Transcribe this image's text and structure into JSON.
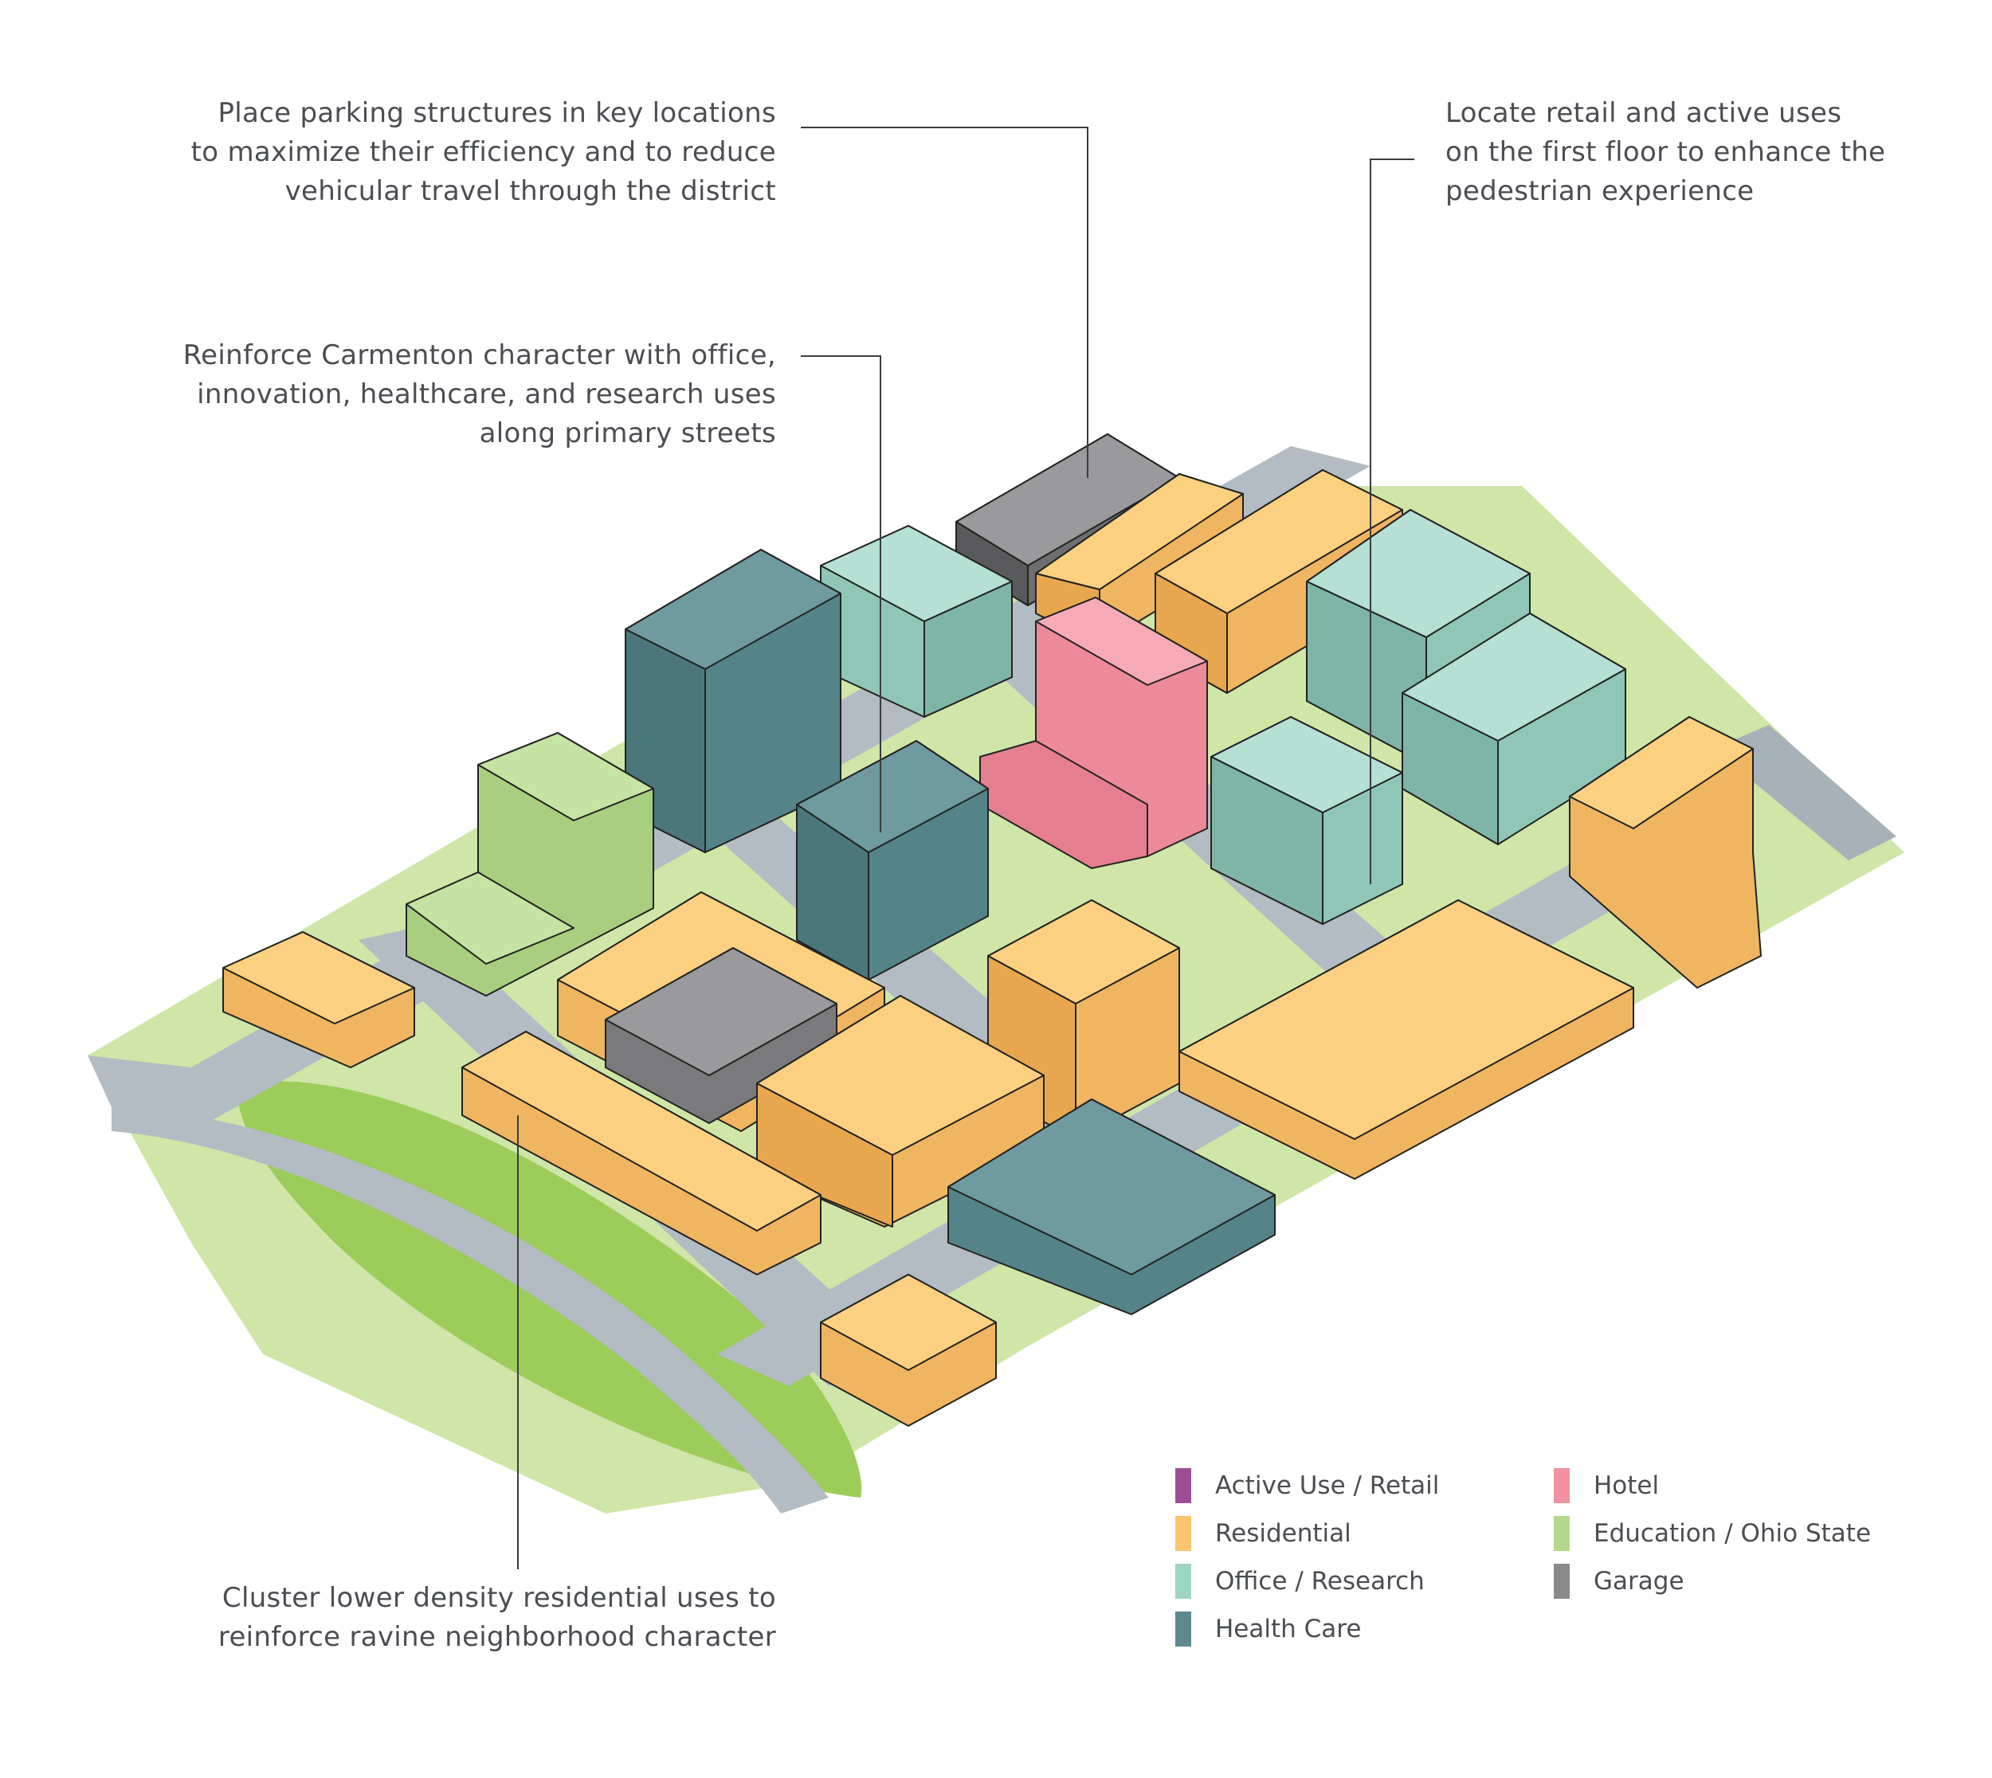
{
  "callouts": {
    "parking": [
      "Place parking structures in key locations",
      "to maximize their efficiency and to reduce",
      "vehicular travel through the district"
    ],
    "retail": [
      "Locate retail and active uses",
      "on the first floor to enhance the",
      "pedestrian experience"
    ],
    "character": [
      "Reinforce Carmenton character with office,",
      "innovation, healthcare, and research uses",
      "along primary streets"
    ],
    "cluster": [
      "Cluster lower density residential uses to",
      "reinforce ravine neighborhood character"
    ]
  },
  "legend": [
    {
      "label": "Active Use / Retail",
      "color": "#9c4d94"
    },
    {
      "label": "Residential",
      "color": "#f9c56f"
    },
    {
      "label": "Office / Research",
      "color": "#9fd4c5"
    },
    {
      "label": "Health Care",
      "color": "#5c8a8e"
    },
    {
      "label": "Hotel",
      "color": "#f092a1"
    },
    {
      "label": "Education / Ohio State",
      "color": "#b3d88c"
    },
    {
      "label": "Garage",
      "color": "#8a8a8c"
    }
  ]
}
